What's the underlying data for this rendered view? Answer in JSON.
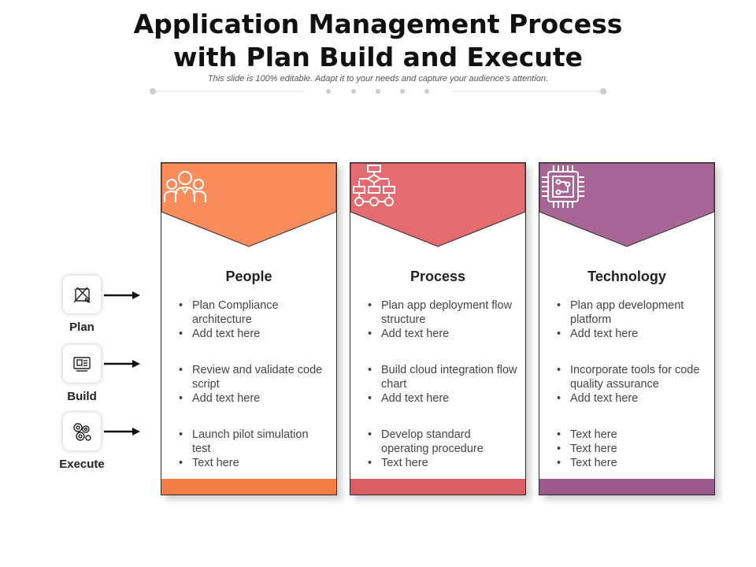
{
  "title": {
    "line1": "Application Management Process",
    "line2": "with Plan Build and Execute",
    "subtitle": "This slide is 100% editable. Adapt it to your needs and capture your audience's attention."
  },
  "side": [
    {
      "label": "Plan",
      "icon": "design-tools-icon"
    },
    {
      "label": "Build",
      "icon": "blueprint-icon"
    },
    {
      "label": "Execute",
      "icon": "gears-icon"
    }
  ],
  "cards": [
    {
      "heading": "People",
      "icon": "people-icon",
      "color": "#FB8C5C",
      "foot_color": "#F57E47",
      "groups": [
        [
          "Plan Compliance architecture",
          "Add text here"
        ],
        [
          "Review and validate code script",
          "Add text here"
        ],
        [
          "Launch pilot simulation test",
          "Text here"
        ]
      ]
    },
    {
      "heading": "Process",
      "icon": "flowchart-icon",
      "color": "#E46B6F",
      "foot_color": "#D85E63",
      "groups": [
        [
          "Plan app deployment flow structure",
          "Add text here"
        ],
        [
          "Build cloud integration flow chart",
          "Add text here"
        ],
        [
          "Develop standard operating procedure",
          "Text here"
        ]
      ]
    },
    {
      "heading": "Technology",
      "icon": "circuit-chip-icon",
      "color": "#A86697",
      "foot_color": "#9B5A8B",
      "groups": [
        [
          "Plan app development platform",
          "Add text here"
        ],
        [
          "Incorporate tools for code quality assurance",
          "Add text here"
        ],
        [
          "Text here",
          "Text here",
          "Text here"
        ]
      ]
    }
  ]
}
